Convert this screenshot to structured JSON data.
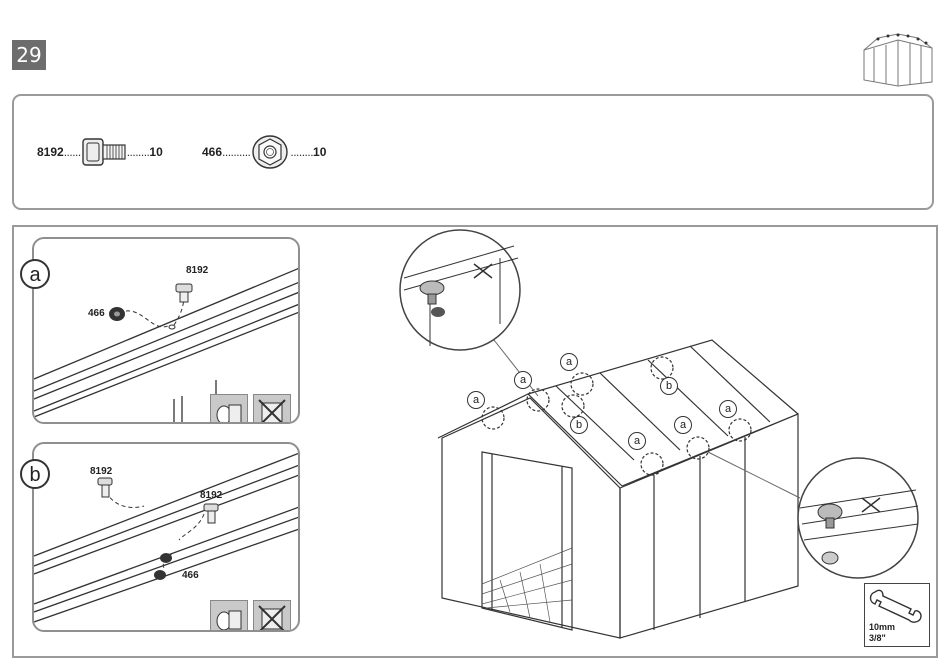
{
  "step": {
    "number": "29"
  },
  "parts": [
    {
      "code": "8192",
      "dots_left": "......",
      "dots_right": "........",
      "qty": "10",
      "icon": "bolt-icon"
    },
    {
      "code": "466",
      "dots_left": "..........",
      "dots_right": "........",
      "qty": "10",
      "icon": "nut-icon"
    }
  ],
  "detail_a": {
    "letter": "a",
    "bolt_label": "8192",
    "nut_label": "466"
  },
  "detail_b": {
    "letter": "b",
    "bolt_label_1": "8192",
    "bolt_label_2": "8192",
    "nut_label": "466"
  },
  "main_tags": [
    "a",
    "a",
    "a",
    "b",
    "b",
    "a",
    "a",
    "a"
  ],
  "tool": {
    "icon": "wrench-icon",
    "size_metric": "10mm",
    "size_imperial": "3/8\""
  }
}
